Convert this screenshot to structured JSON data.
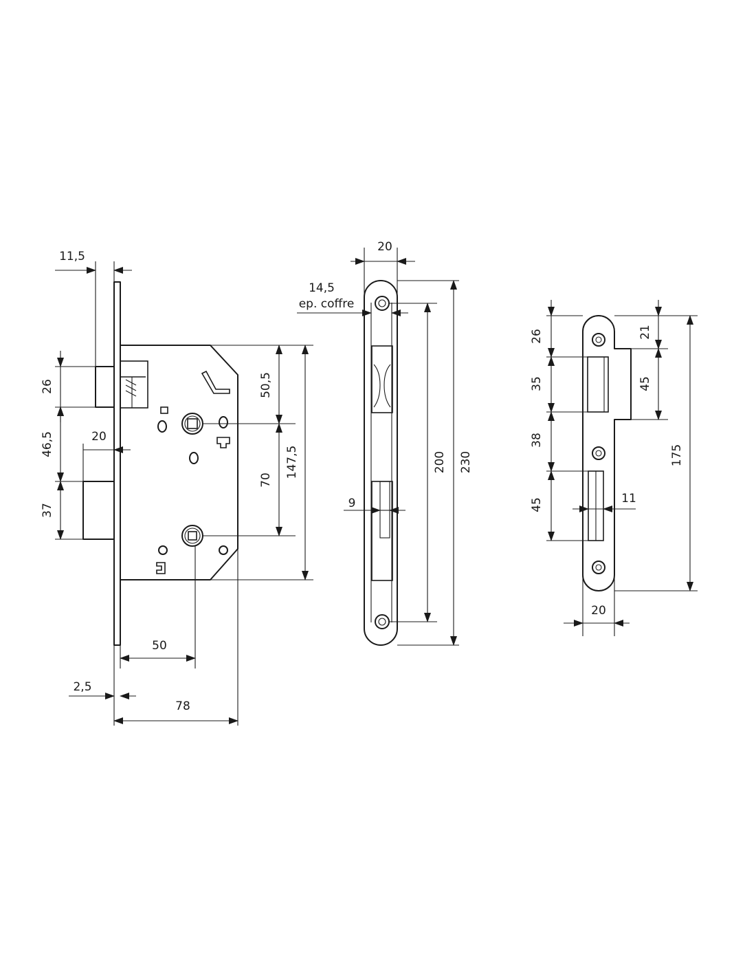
{
  "front_view": {
    "dims": {
      "forend_offset": "11,5",
      "latch_height": "26",
      "latch_to_spindle": "46,5",
      "bolt_projection": "20",
      "bolt_height": "37",
      "top_to_spindle": "50,5",
      "spindle_to_lower": "70",
      "case_height": "147,5",
      "backset": "50",
      "forend_thickness": "2,5",
      "case_depth": "78"
    }
  },
  "forend_view": {
    "dims": {
      "width": "20",
      "case_thickness": "14,5",
      "case_thickness_label": "ep. coffre",
      "screw_spacing": "200",
      "length": "230",
      "bolt_thickness": "9"
    }
  },
  "strike_view": {
    "dims": {
      "top_to_latch": "26",
      "latch_hole": "35",
      "between_holes": "38",
      "bolt_hole": "45",
      "top_to_lip": "21",
      "lip_height": "45",
      "bolt_hole_width": "11",
      "screw_spacing": "175",
      "width": "20"
    }
  }
}
